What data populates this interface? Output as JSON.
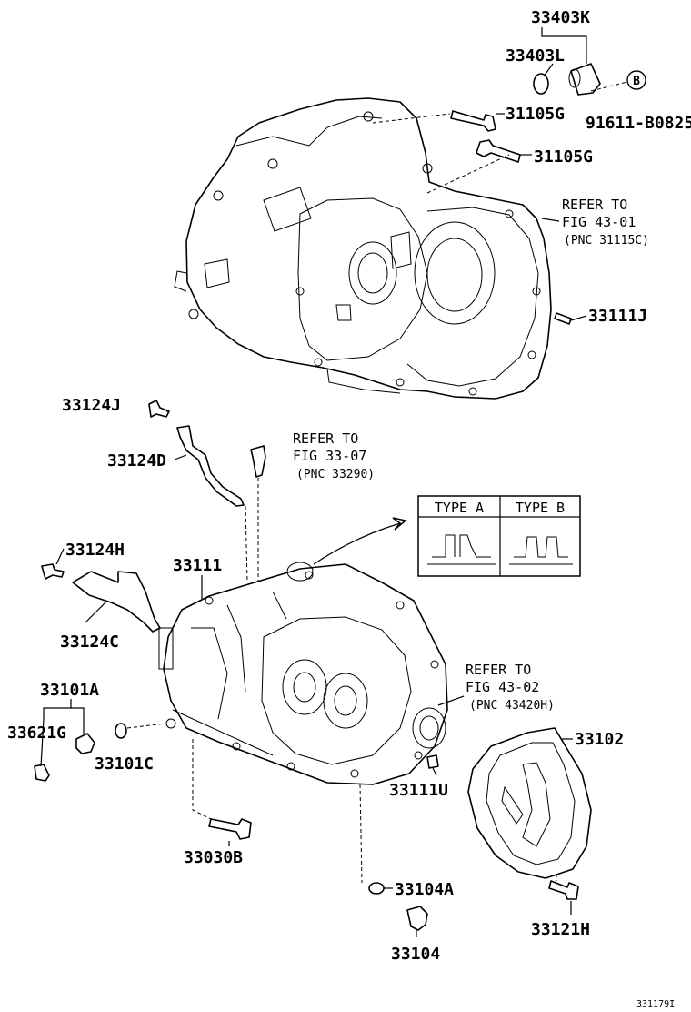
{
  "part_labels": {
    "p33403K": "33403K",
    "p33403L": "33403L",
    "p31105G_a": "31105G",
    "p31105G_b": "31105G",
    "circle_b": "B",
    "p91611": "91611-B0825",
    "p33111J": "33111J",
    "p33124J": "33124J",
    "p33124D": "33124D",
    "p33124H": "33124H",
    "p33111": "33111",
    "p33124C": "33124C",
    "p33101A": "33101A",
    "p33621G": "33621G",
    "p33101C": "33101C",
    "p33102": "33102",
    "p33111U": "33111U",
    "p33030B": "33030B",
    "p33104A": "33104A",
    "p33121H": "33121H",
    "p33104": "33104"
  },
  "references": {
    "fig4301": {
      "line1": "REFER TO",
      "line2": "FIG 43-01",
      "line3": "(PNC 31115C)"
    },
    "fig3307": {
      "line1": "REFER TO",
      "line2": "FIG 33-07",
      "line3": "(PNC 33290)"
    },
    "fig4302": {
      "line1": "REFER TO",
      "line2": "FIG 43-02",
      "line3": "(PNC 43420H)"
    }
  },
  "type_box": {
    "type_a": "TYPE A",
    "type_b": "TYPE B"
  },
  "drawing_number": "331179I"
}
